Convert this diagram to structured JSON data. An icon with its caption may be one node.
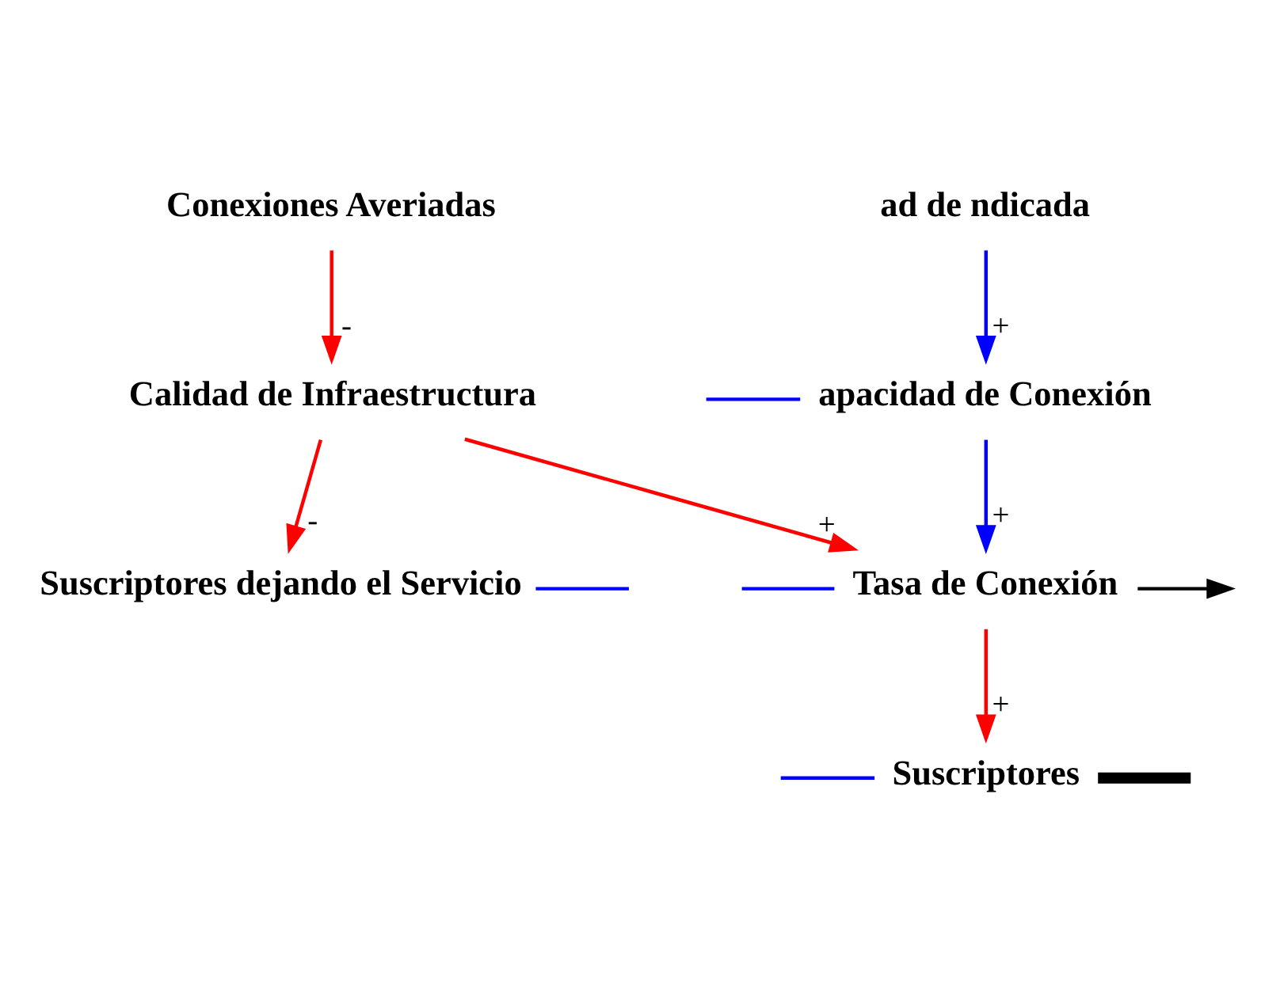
{
  "diagram": {
    "nodes": [
      {
        "text": [
          "Tasa de Conexión"
        ]
      },
      {
        "text": [
          "Suscriptores"
        ]
      },
      {
        "text": [
          "Calidad de Infraestructura"
        ]
      },
      {
        "text": [
          "apacidad de Conexión"
        ]
      },
      {
        "text": [
          "Conexiones Averiadas"
        ]
      },
      {
        "text": [
          "ad de ndicada"
        ]
      },
      {
        "text": [
          "Suscriptores dejando el Servicio"
        ]
      }
    ],
    "edges": [
      {
        "from": 0,
        "to": 1,
        "arrow": "to",
        "label": "+",
        "color": "#ff0000"
      },
      {
        "from": 2,
        "to": 0,
        "arrow": "to",
        "label": "+",
        "color": "#ff0000"
      },
      {
        "from": 3,
        "to": 0,
        "arrow": "to",
        "label": "+"
      },
      {
        "from": 5,
        "to": 3,
        "arrow": "to",
        "label": "+"
      },
      {
        "from": 4,
        "to": 2,
        "arrow": "to",
        "label": "-",
        "color": "#ff0000"
      },
      {
        "from": 2,
        "to": 6,
        "arrow": "to",
        "label": "-",
        "color": "#ff0000"
      },
      {
        "from": null,
        "to": 1,
        "arrow": "none"
      },
      {
        "from": null,
        "to": 0,
        "arrow": "none"
      },
      {
        "from": 1,
        "to": null,
        "arrow": "none",
        "style": "thick",
        "color": "#000000"
      },
      {
        "from": 6,
        "to": null,
        "arrow": "none"
      },
      {
        "from": null,
        "to": 3,
        "arrow": "none"
      },
      {
        "from": 0,
        "to": null,
        "arrow": "to",
        "color": "#000000"
      }
    ]
  }
}
